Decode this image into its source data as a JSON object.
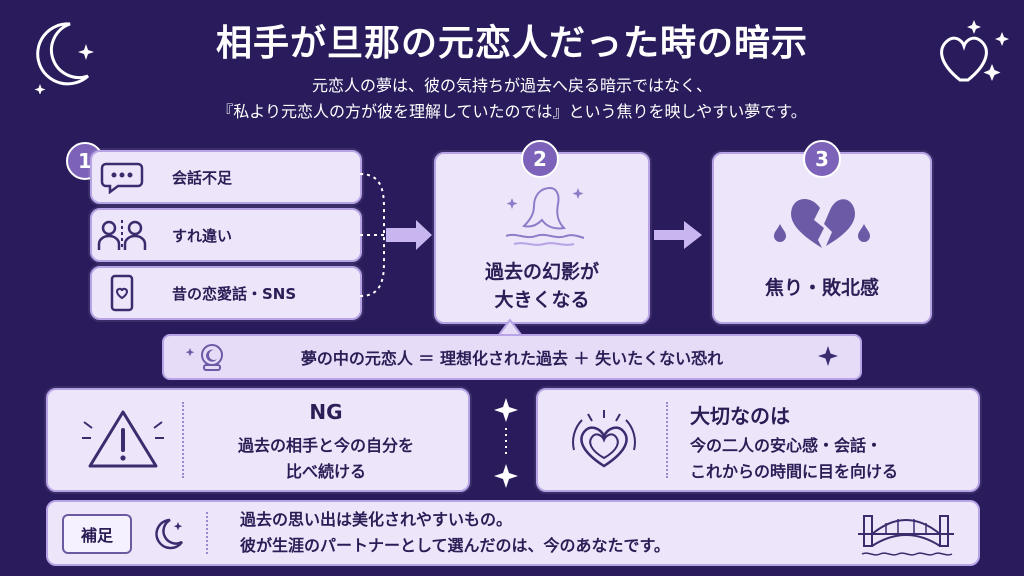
{
  "header": {
    "title": "相手が旦那の元恋人だった時の暗示",
    "subtitle_line1": "元恋人の夢は、彼の気持ちが過去へ戻る暗示ではなく、",
    "subtitle_line2": "『私より元恋人の方が彼を理解していたのでは』という焦りを映しやすい夢です。"
  },
  "step1": {
    "number": "1",
    "items": [
      {
        "label": "会話不足",
        "icon": "chat-bubble-icon"
      },
      {
        "label": "すれ違い",
        "icon": "two-people-icon"
      },
      {
        "label": "昔の恋愛話・SNS",
        "icon": "phone-heart-icon"
      }
    ]
  },
  "step2": {
    "number": "2",
    "label_line1": "過去の幻影が",
    "label_line2": "大きくなる",
    "icon": "woman-silhouette-icon"
  },
  "step3": {
    "number": "3",
    "label": "焦り・敗北感",
    "icon": "broken-heart-icon"
  },
  "banner": {
    "text": "夢の中の元恋人 ＝ 理想化された過去 ＋ 失いたくない恐れ"
  },
  "ng": {
    "heading": "NG",
    "line1": "過去の相手と今の自分を",
    "line2": "比べ続ける",
    "icon": "warning-icon"
  },
  "important": {
    "heading": "大切なのは",
    "line1": "今の二人の安心感・会話・",
    "line2": "これからの時間に目を向ける",
    "icon": "heart-glow-icon"
  },
  "note": {
    "tag": "補足",
    "line1": "過去の思い出は美化されやすいもの。",
    "line2": "彼が生涯のパートナーとして選んだのは、今のあなたです。",
    "icon": "moon-icon",
    "bridge_icon": "bridge-icon"
  },
  "colors": {
    "background": "#2a1c5c",
    "card": "#ede6fb",
    "accent": "#7c62b8",
    "border": "#b7a3e6"
  }
}
